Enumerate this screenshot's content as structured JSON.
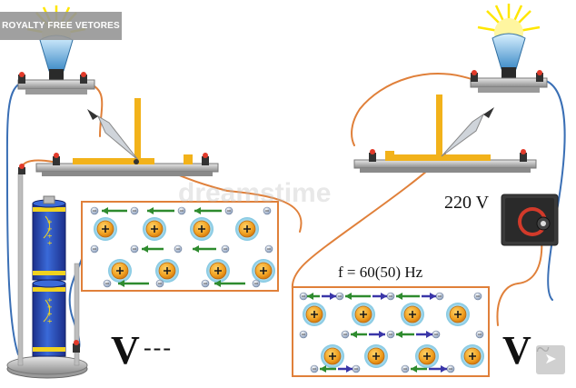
{
  "badge": {
    "text": "ROYALTY FREE VETORES"
  },
  "labels": {
    "voltage_ac": "220 V",
    "frequency": "f = 60(50) Hz",
    "dc_symbol_letter": "V",
    "dc_symbol_mark": "---",
    "ac_symbol_letter": "V",
    "ac_symbol_mark": "~"
  },
  "watermark": {
    "text": "dreamstime"
  },
  "icons": {
    "share": "paper-plane-icon",
    "plus_ion": "plus-icon"
  },
  "colors": {
    "wire": "#e0803a",
    "wire_blue": "#3a6fb5",
    "battery_blue": "#2a4fc0",
    "battery_stripe": "#f0d21f",
    "frame_orange": "#e0803a",
    "ion_fill": "#f0a020",
    "ion_halo": "#9fd8ea",
    "electron": "#b9c6d8",
    "arrow_green": "#2e8b2e",
    "arrow_blue": "#3a36a8",
    "lamp_glow": "#ffe600",
    "lamp_blue": "#6fb7e0",
    "switch_yellow": "#f2b21a"
  }
}
